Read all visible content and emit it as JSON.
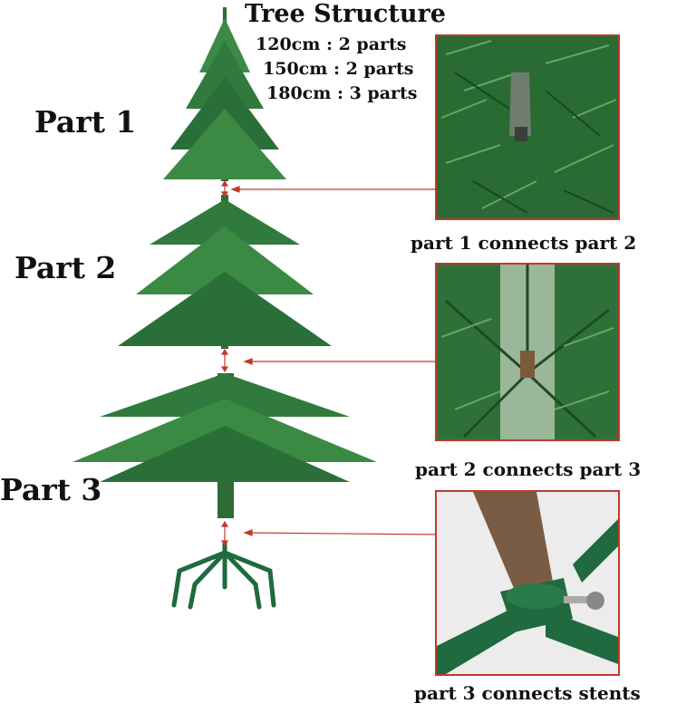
{
  "title": "Tree Structure",
  "sizes": [
    "120cm : 2 parts",
    "150cm : 2 parts",
    "180cm : 3 parts"
  ],
  "parts": [
    "Part 1",
    "Part 2",
    "Part 3"
  ],
  "captions": [
    "part 1 connects part 2",
    "part 2 connects part 3",
    "part 3 connects stents"
  ],
  "colors": {
    "needle_dark": "#1f5a2c",
    "needle_light": "#4f9a55",
    "frame": "#c0392b",
    "arrow": "#c0392b",
    "stand": "#1f6a3e"
  }
}
